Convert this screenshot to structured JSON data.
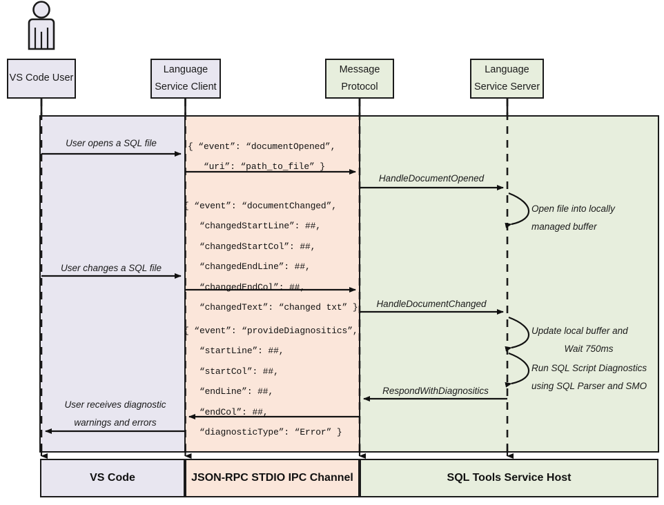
{
  "diagram": {
    "title": "SQL Tools Service sequence diagram",
    "colors": {
      "vscode_band": "#e8e6f0",
      "ipc_band": "#fbe6da",
      "service_band": "#e7eedd",
      "stroke": "#1a1a1a",
      "actor_fill": "#e8e6f0"
    },
    "actor": {
      "name": "vs-code-user-actor"
    },
    "participants": [
      {
        "id": "vs-code-user",
        "line1": "VS Code User",
        "line2": ""
      },
      {
        "id": "language-service-client",
        "line1": "Language",
        "line2": "Service Client"
      },
      {
        "id": "message-protocol",
        "line1": "Message",
        "line2": "Protocol"
      },
      {
        "id": "language-service-server",
        "line1": "Language",
        "line2": "Service Server"
      }
    ],
    "messages": [
      {
        "id": "user-opens-sql-file",
        "label": "User opens a SQL file"
      },
      {
        "id": "handle-document-opened",
        "label": "HandleDocumentOpened"
      },
      {
        "id": "user-changes-sql-file",
        "label": "User changes a SQL file"
      },
      {
        "id": "handle-document-changed",
        "label": "HandleDocumentChanged"
      },
      {
        "id": "respond-with-diagnositics",
        "label": "RespondWithDiagnositics"
      },
      {
        "id": "user-receives-diagnostics",
        "label1": "User receives diagnostic",
        "label2": "warnings and errors"
      }
    ],
    "notes": [
      {
        "id": "open-file-note",
        "line1": "Open file into locally",
        "line2": "managed buffer"
      },
      {
        "id": "update-buffer-note",
        "line1": "Update local buffer and",
        "line2": "Wait 750ms"
      },
      {
        "id": "run-diagnostics-note",
        "line1": "Run SQL Script Diagnostics",
        "line2": "using SQL Parser and SMO"
      }
    ],
    "payloads": [
      {
        "id": "document-opened-payload",
        "text": "{ “event”: “documentOpened”,\n   “uri”: “path_to_file” }"
      },
      {
        "id": "document-changed-payload",
        "text": "{ “event”: “documentChanged”,\n   “changedStartLine”: ##,\n   “changedStartCol”: ##,\n   “changedEndLine”: ##,\n   “changedEndCol”: ##,\n   “changedText”: “changed txt” }"
      },
      {
        "id": "provide-diagnositics-payload",
        "text": "{ “event”: “provideDiagnositics”,\n   “startLine”: ##,\n   “startCol”: ##,\n   “endLine”: ##,\n   “endCol”: ##,\n   “diagnosticType”: “Error” }"
      }
    ],
    "footer": [
      {
        "id": "footer-vs-code",
        "label": "VS Code"
      },
      {
        "id": "footer-ipc-channel",
        "label": "JSON-RPC STDIO IPC Channel"
      },
      {
        "id": "footer-service-host",
        "label": "SQL Tools Service Host"
      }
    ]
  }
}
